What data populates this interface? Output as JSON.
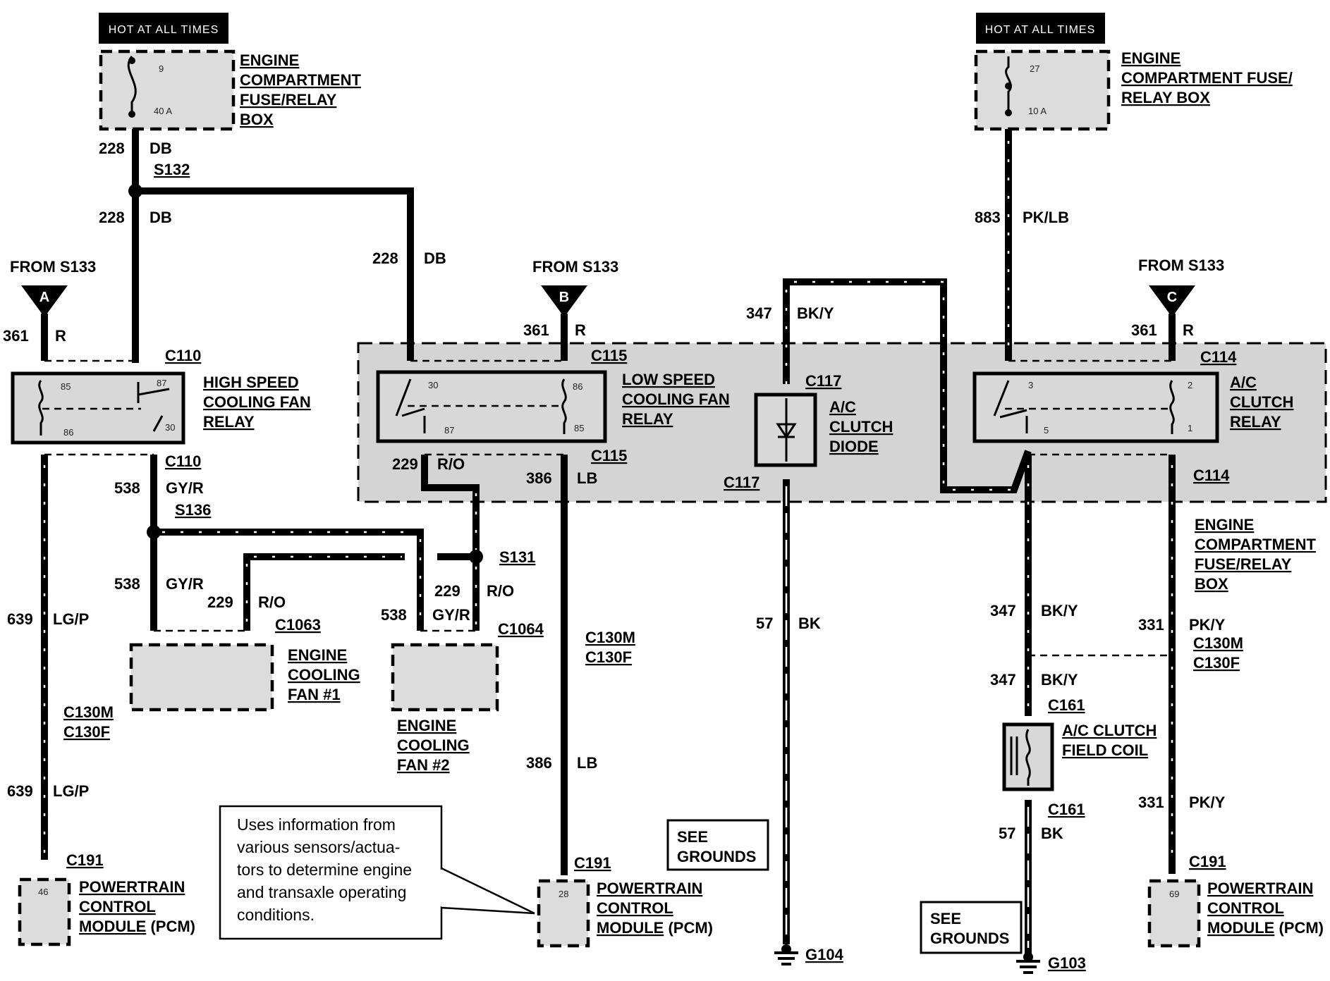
{
  "diagram": {
    "hot_label": "HOT AT ALL TIMES",
    "fusebox_left": {
      "line1": "ENGINE",
      "line2": "COMPARTMENT",
      "line3": "FUSE/RELAY",
      "line4": "BOX",
      "fuse_no": "9",
      "rating": "40 A"
    },
    "fusebox_right": {
      "line1": "ENGINE",
      "line2": "COMPARTMENT FUSE/",
      "line3": "RELAY BOX",
      "fuse_no": "27",
      "rating": "10 A"
    },
    "from_s133": "FROM S133",
    "connectors": [
      "A",
      "B",
      "C"
    ],
    "splices": {
      "s132": "S132",
      "s136": "S136",
      "s131": "S131"
    },
    "wires": {
      "w228": "228",
      "db": "DB",
      "w361": "361",
      "r": "R",
      "w883": "883",
      "pklb": "PK/LB",
      "w347": "347",
      "bky": "BK/Y",
      "w538": "538",
      "gyr": "GY/R",
      "w229": "229",
      "ro": "R/O",
      "w386": "386",
      "lb": "LB",
      "w639": "639",
      "lgp": "LG/P",
      "w57": "57",
      "bk": "BK",
      "w331": "331",
      "pky": "PK/Y"
    },
    "connector_ids": {
      "c110": "C110",
      "c115": "C115",
      "c117": "C117",
      "c114": "C114",
      "c1063": "C1063",
      "c1064": "C1064",
      "c130m": "C130M",
      "c130f": "C130F",
      "c161": "C161",
      "c191": "C191"
    },
    "hs_relay": {
      "line1": "HIGH SPEED",
      "line2": "COOLING FAN",
      "line3": "RELAY",
      "p85": "85",
      "p86": "86",
      "p87": "87",
      "p30": "30"
    },
    "ls_relay": {
      "line1": "LOW SPEED",
      "line2": "COOLING FAN",
      "line3": "RELAY",
      "p30": "30",
      "p87": "87",
      "p86": "86",
      "p85": "85"
    },
    "ac_relay": {
      "line1": "A/C",
      "line2": "CLUTCH",
      "line3": "RELAY",
      "p3": "3",
      "p5": "5",
      "p2": "2",
      "p1": "1"
    },
    "ac_diode": {
      "line1": "A/C",
      "line2": "CLUTCH",
      "line3": "DIODE"
    },
    "fan1": {
      "line1": "ENGINE",
      "line2": "COOLING",
      "line3": "FAN #1"
    },
    "fan2": {
      "line1": "ENGINE",
      "line2": "COOLING",
      "line3": "FAN #2"
    },
    "fusebox_mid": {
      "line1": "ENGINE",
      "line2": "COMPARTMENT",
      "line3": "FUSE/RELAY",
      "line4": "BOX"
    },
    "field_coil": {
      "line1": "A/C CLUTCH",
      "line2": "FIELD COIL"
    },
    "pcm": {
      "line1": "POWERTRAIN",
      "line2": "CONTROL",
      "line3": "MODULE",
      "suffix": "(PCM)",
      "pin_left": "46",
      "pin_mid": "28",
      "pin_right": "69"
    },
    "grounds": {
      "see1": "SEE",
      "see2": "GROUNDS",
      "g104": "G104",
      "g103": "G103"
    },
    "note": {
      "line1": "Uses information from",
      "line2": "various  sensors/actua-",
      "line3": "tors to determine engine",
      "line4": "and transaxle operating",
      "line5": "conditions."
    }
  }
}
